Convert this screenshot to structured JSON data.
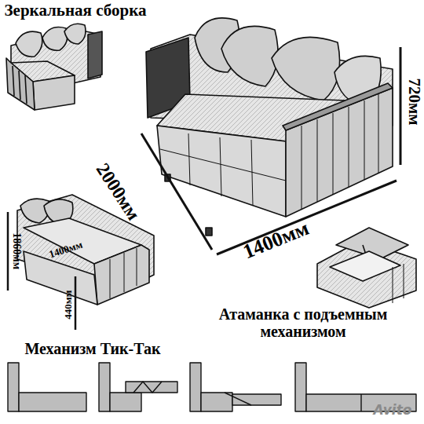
{
  "diagram": {
    "labels": [
      "Зеркальная сборка",
      "2000мм",
      "1400мм",
      "720мм",
      "1860мм",
      "1400мм",
      "440мм",
      "Атаманка с подъемным механизмом",
      "Механизм Тик-Так",
      "Avito"
    ]
  }
}
